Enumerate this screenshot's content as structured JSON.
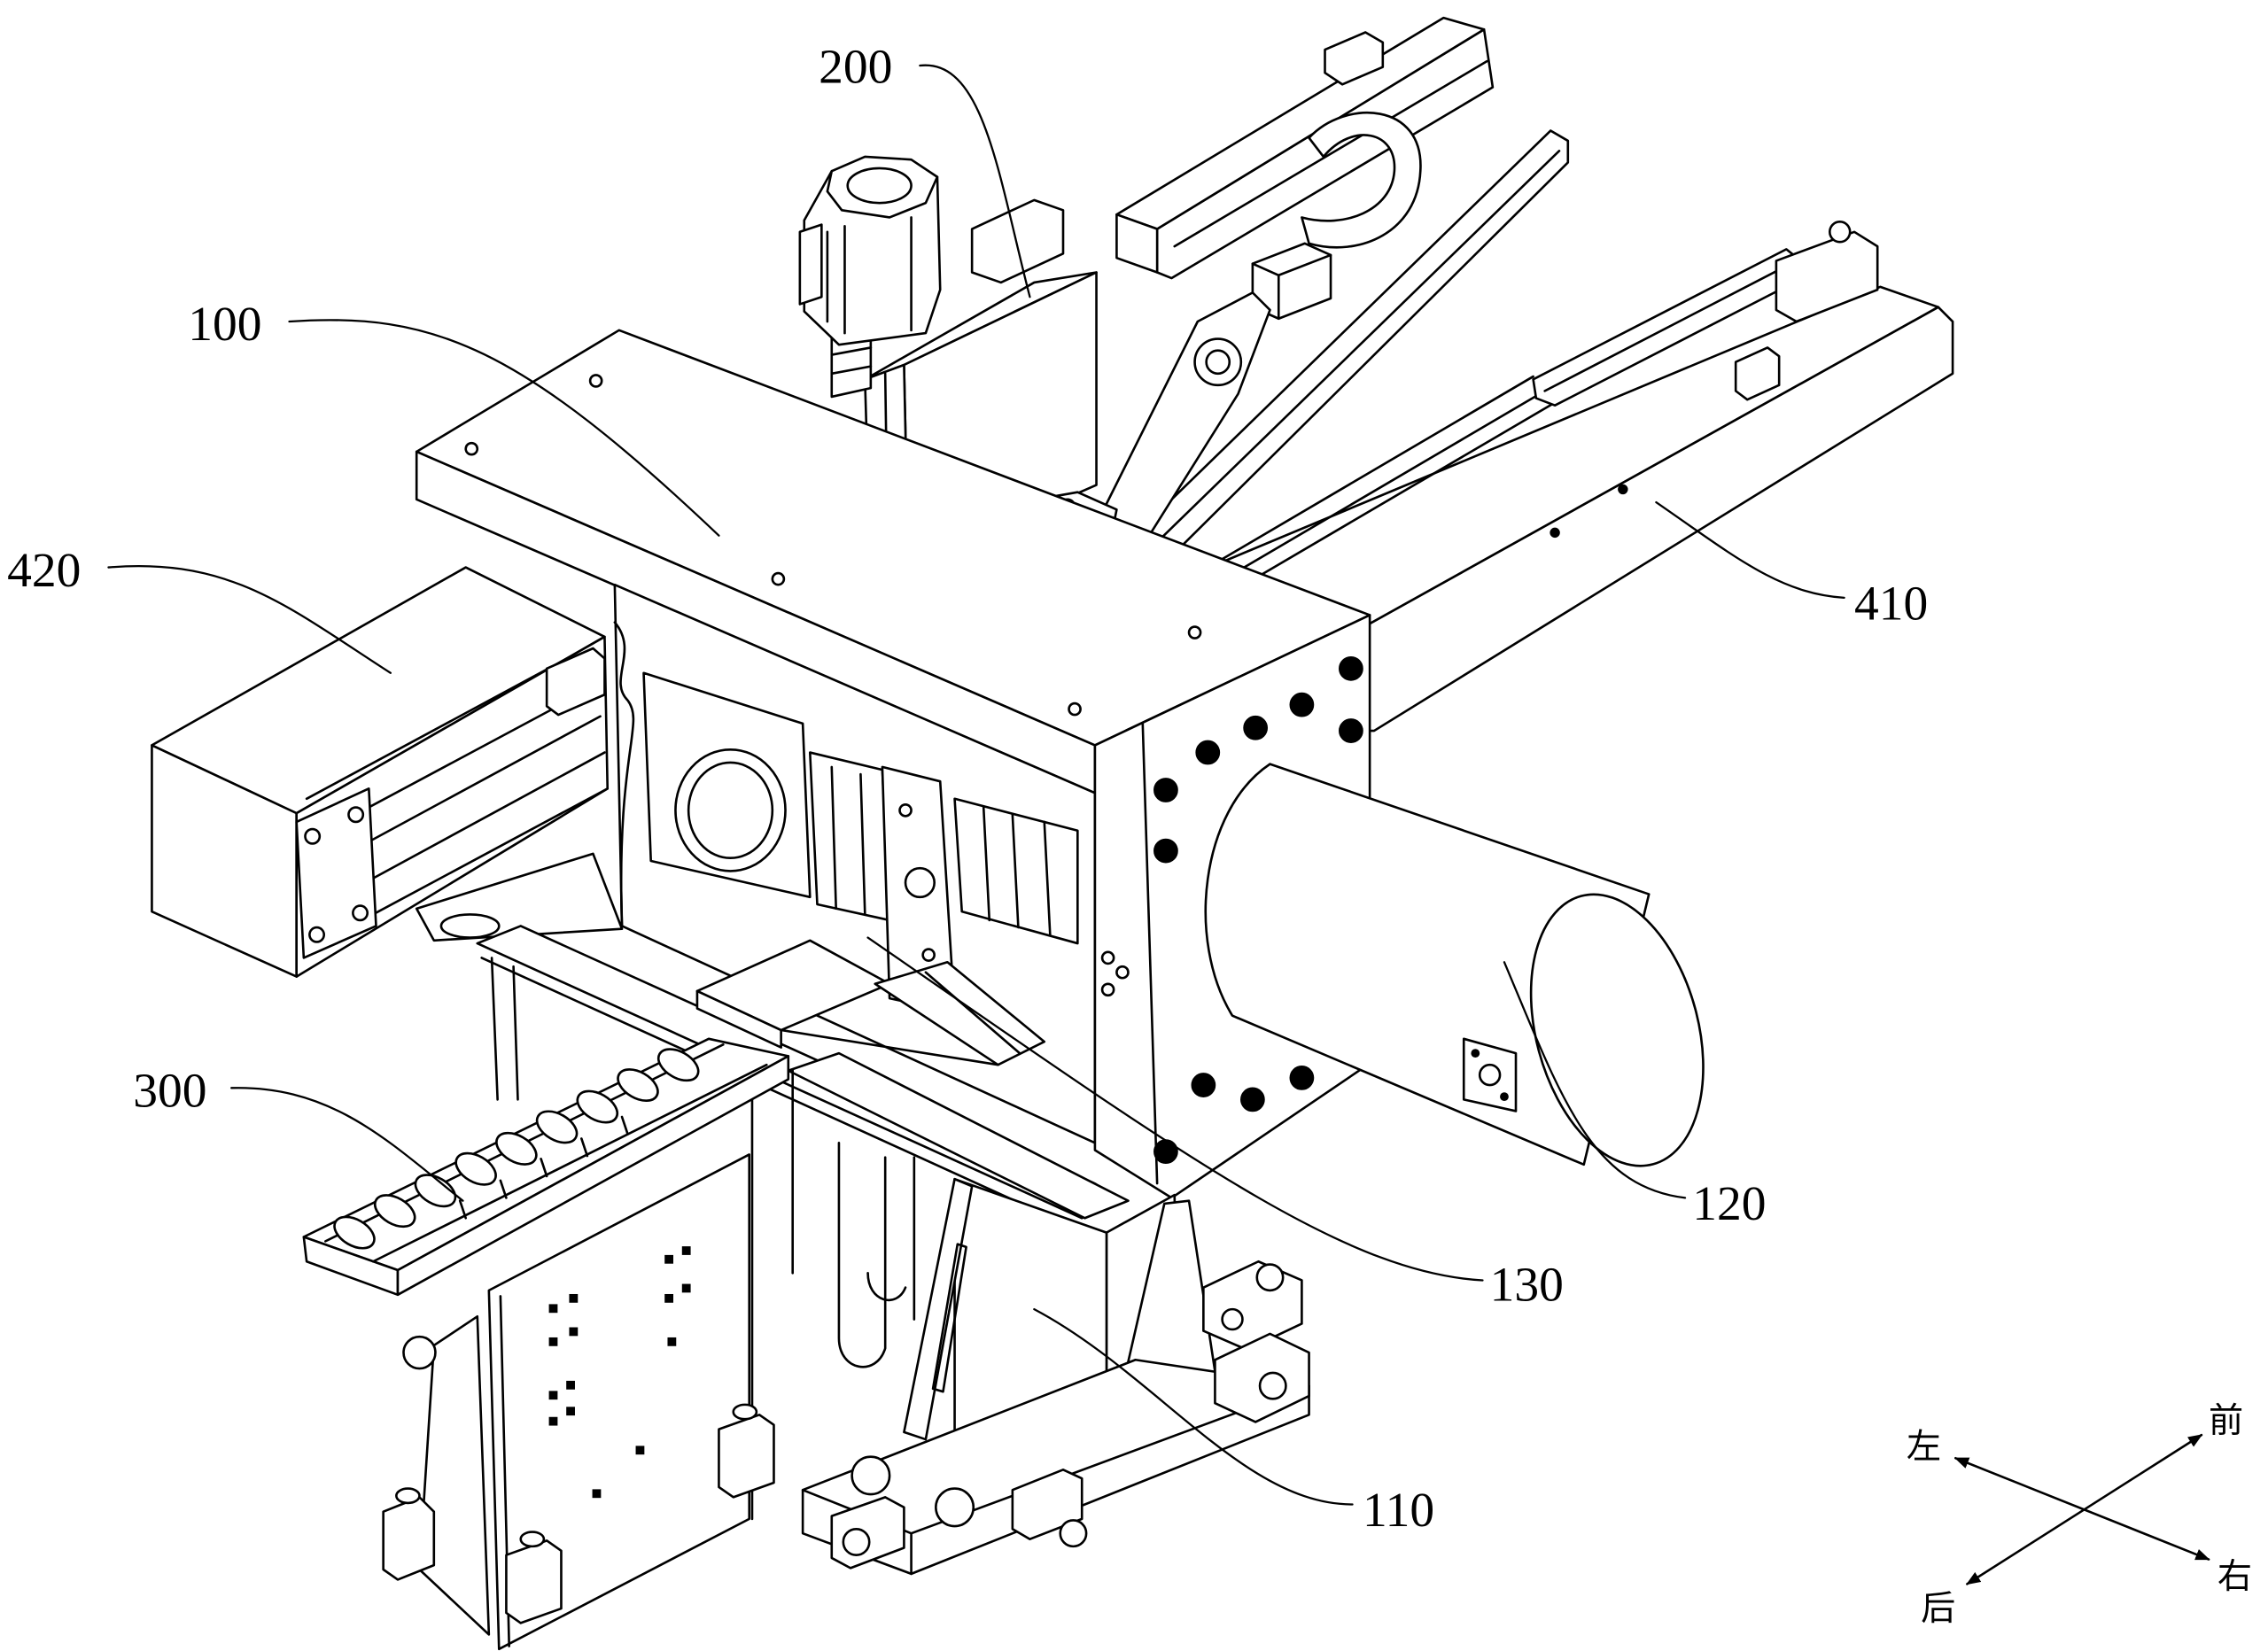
{
  "figure": {
    "labels": {
      "part_200": "200",
      "part_100": "100",
      "part_420": "420",
      "part_410": "410",
      "part_300": "300",
      "part_120": "120",
      "part_130": "130",
      "part_110": "110"
    }
  },
  "compass": {
    "left": "左",
    "front": "前",
    "back": "后",
    "right": "右"
  },
  "colors": {
    "line": "#000000",
    "background": "#ffffff"
  }
}
